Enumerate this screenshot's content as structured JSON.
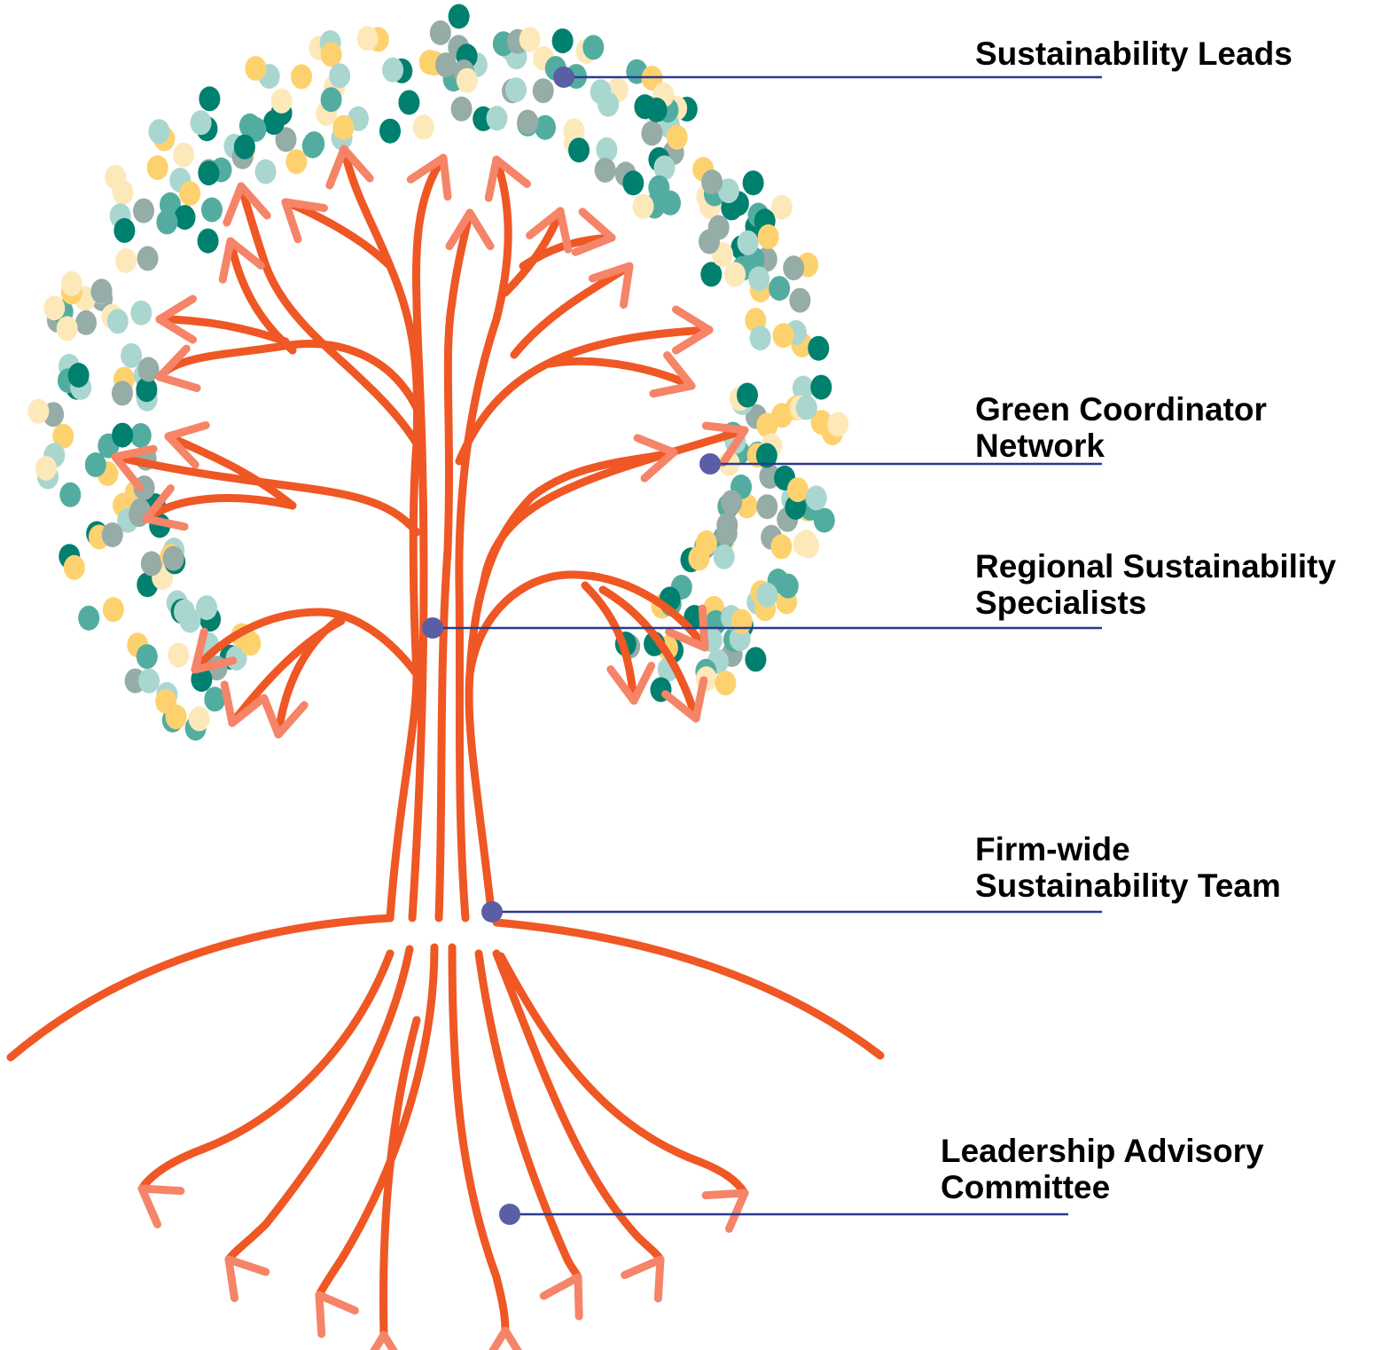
{
  "colors": {
    "trunk": "#ef5724",
    "arrow_tip": "#f58468",
    "marker": "#5a5ea5",
    "leader_line": "#2b3990",
    "leaf_palette": [
      "#00806f",
      "#52ada0",
      "#96aca7",
      "#aad6d0",
      "#fdd26e",
      "#fde8b9"
    ]
  },
  "icons": {
    "tree": "tree-icon",
    "leaves": "leaf-dot-icon",
    "marker": "circle-marker-icon"
  },
  "callouts": [
    {
      "id": "sustainability-leads",
      "lines": [
        "Sustainability Leads"
      ]
    },
    {
      "id": "green-coordinator-network",
      "lines": [
        "Green Coordinator",
        "Network"
      ]
    },
    {
      "id": "regional-sustainability-specialists",
      "lines": [
        "Regional Sustainability",
        "Specialists"
      ]
    },
    {
      "id": "firm-wide-sustainability-team",
      "lines": [
        "Firm-wide",
        "Sustainability Team"
      ]
    },
    {
      "id": "leadership-advisory-committee",
      "lines": [
        "Leadership Advisory",
        "Committee"
      ]
    }
  ]
}
